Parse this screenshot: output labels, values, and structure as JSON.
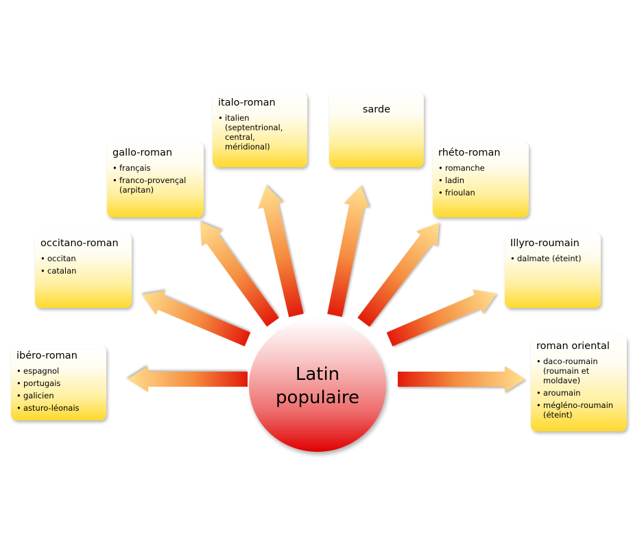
{
  "center": {
    "label": "Latin\npopulaire"
  },
  "branches": [
    {
      "title": "ibéro-roman",
      "items": [
        "espagnol",
        "portugais",
        "galicien",
        "asturo-léonais"
      ]
    },
    {
      "title": "occitano-roman",
      "items": [
        "occitan",
        "catalan"
      ]
    },
    {
      "title": "gallo-roman",
      "items": [
        "français",
        "franco-provençal (arpitan)"
      ]
    },
    {
      "title": "italo-roman",
      "items": [
        "italien (septentrional, central, méridional)"
      ]
    },
    {
      "title": "sarde",
      "items": []
    },
    {
      "title": "rhéto-roman",
      "items": [
        "romanche",
        "ladin",
        "frioulan"
      ]
    },
    {
      "title": "Illyro-roumain",
      "items": [
        "dalmate  (éteint)"
      ]
    },
    {
      "title": "roman oriental",
      "items": [
        "daco-roumain (roumain et moldave)",
        "aroumain",
        "mégléno-roumain (éteint)"
      ]
    }
  ]
}
